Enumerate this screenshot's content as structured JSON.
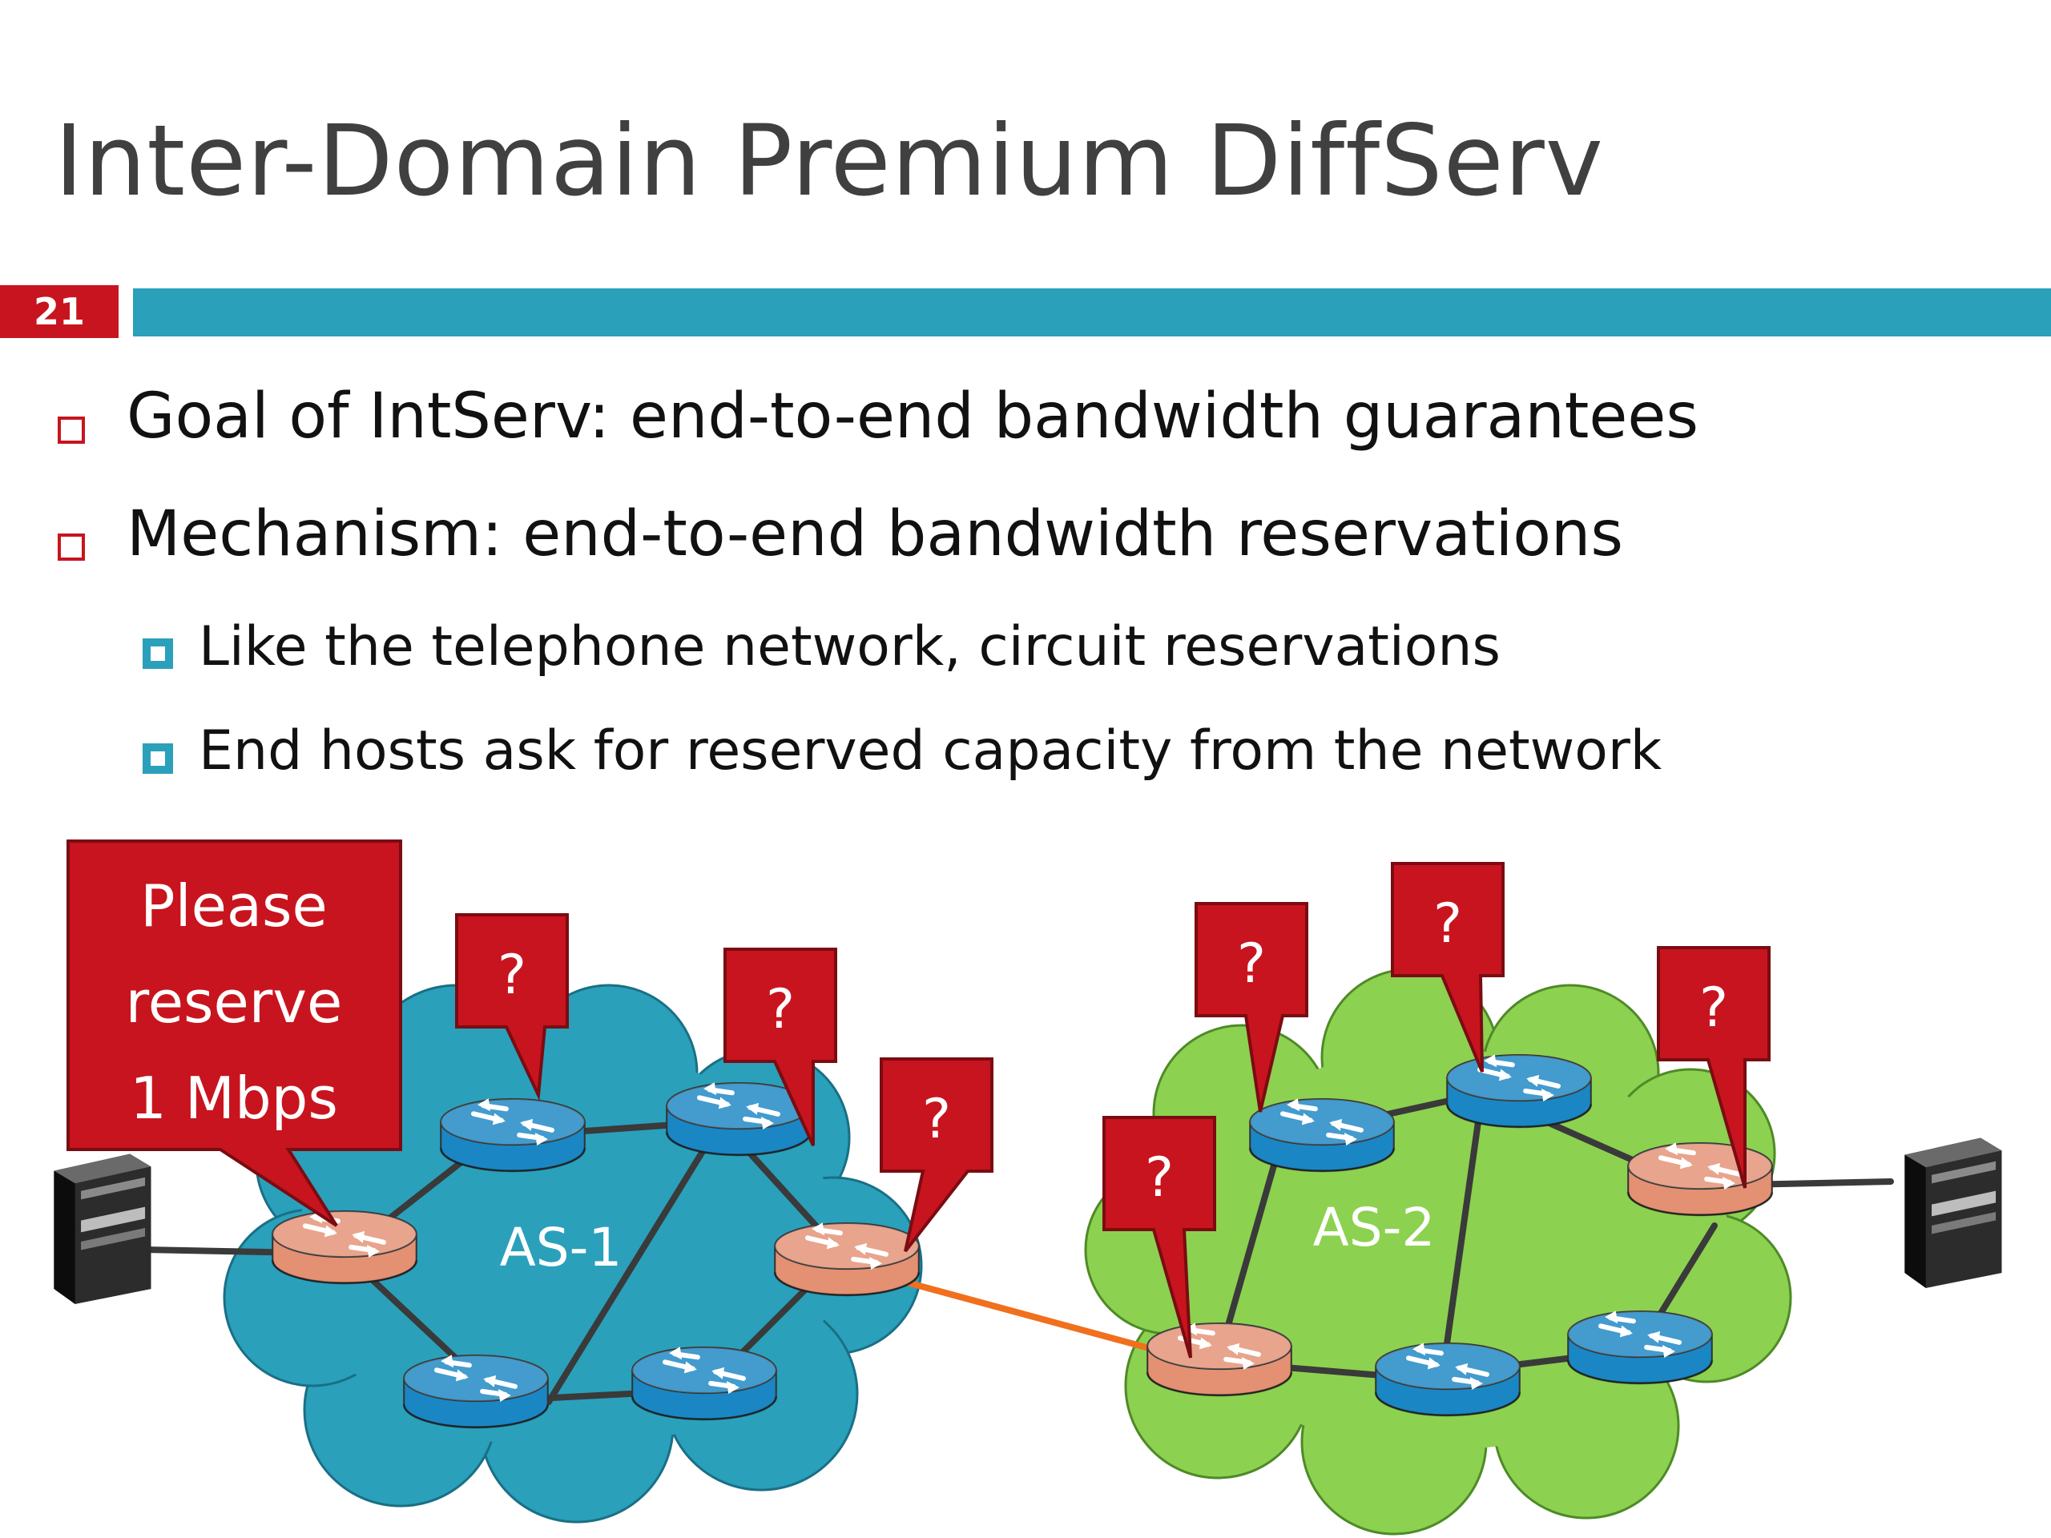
{
  "title": "Inter-Domain Premium DiffServ",
  "slide_number": "21",
  "bullets": [
    {
      "text": "Goal of IntServ: end-to-end bandwidth guarantees",
      "level": 1
    },
    {
      "text": "Mechanism: end-to-end bandwidth reservations",
      "level": 1
    },
    {
      "text": "Like the telephone network, circuit reservations",
      "level": 2
    },
    {
      "text": "End hosts ask for reserved capacity from the network",
      "level": 2
    }
  ],
  "diagram": {
    "request_callout": [
      "Please",
      "reserve",
      "1 Mbps"
    ],
    "question_mark": "?",
    "as1_label": "AS-1",
    "as2_label": "AS-2",
    "colors": {
      "callout_red": "#c8141e",
      "as1_cloud": "#2aa0bb",
      "as2_cloud": "#8cd150",
      "router_blue": "#1a86c4",
      "border_router": "#e39073",
      "interdomain_link": "#f0701e",
      "link": "#3a3a3a"
    }
  }
}
